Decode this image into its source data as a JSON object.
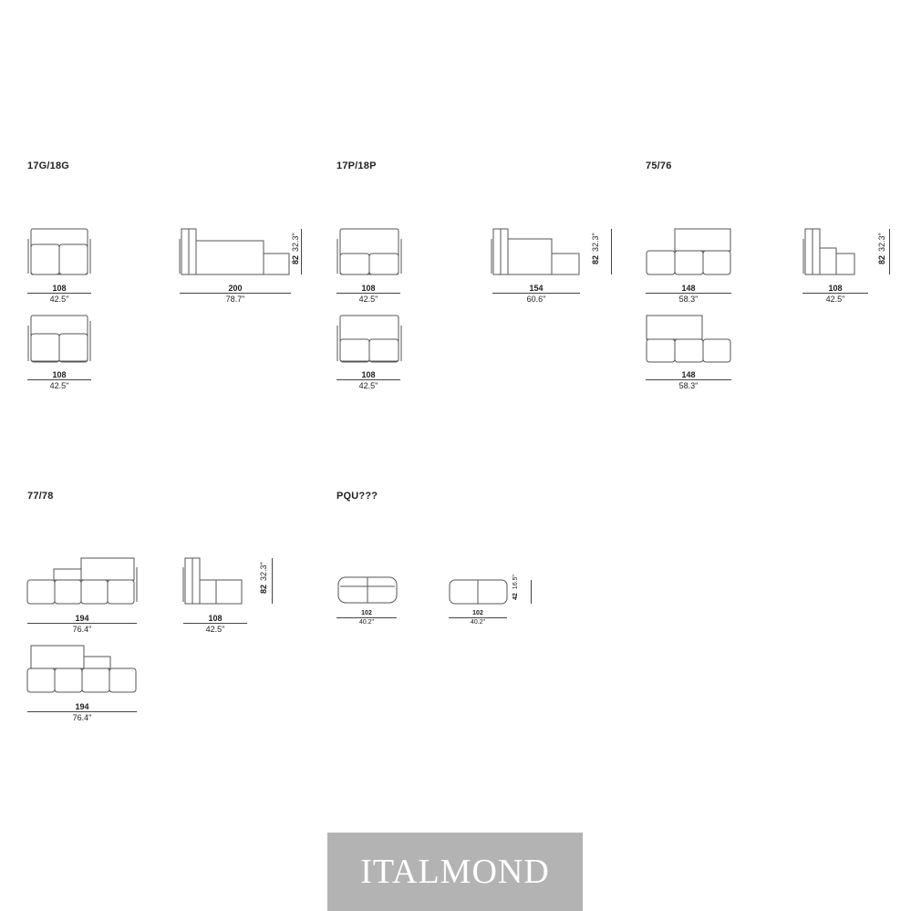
{
  "sections": {
    "s1": "17G/18G",
    "s2": "17P/18P",
    "s3": "75/76",
    "s4": "77/78",
    "s5": "PQU???"
  },
  "dims": {
    "d1": {
      "cm": "108",
      "in": "42.5\""
    },
    "d2": {
      "cm": "200",
      "in": "78.7\""
    },
    "d3": {
      "cm": "108",
      "in": "42.5\""
    },
    "d4": {
      "cm": "108",
      "in": "42.5\""
    },
    "d5": {
      "cm": "154",
      "in": "60.6\""
    },
    "d6": {
      "cm": "108",
      "in": "42.5\""
    },
    "d7": {
      "cm": "148",
      "in": "58.3\""
    },
    "d8": {
      "cm": "108",
      "in": "42.5\""
    },
    "d9": {
      "cm": "148",
      "in": "58.3\""
    },
    "d10": {
      "cm": "194",
      "in": "76.4\""
    },
    "d11": {
      "cm": "108",
      "in": "42.5\""
    },
    "d12": {
      "cm": "194",
      "in": "76.4\""
    },
    "d13": {
      "cm": "102",
      "in": "40.2\""
    },
    "d14": {
      "cm": "102",
      "in": "40.2\""
    }
  },
  "vdims": {
    "v1": {
      "cm": "82",
      "in": "32.3\""
    },
    "v2": {
      "cm": "82",
      "in": "32.3\""
    },
    "v3": {
      "cm": "82",
      "in": "32.3\""
    },
    "v4": {
      "cm": "82",
      "in": "32.3\""
    },
    "v5": {
      "cm": "42",
      "in": "16.5\""
    }
  },
  "brand": "ITALMOND"
}
